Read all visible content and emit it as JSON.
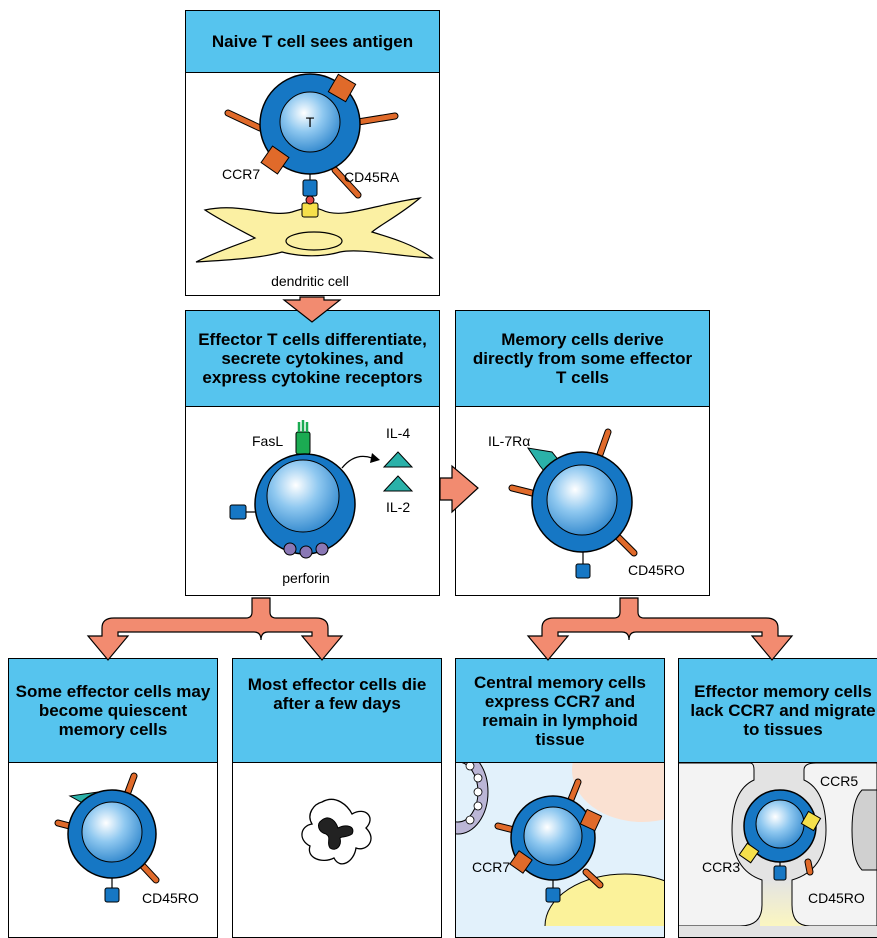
{
  "panels": {
    "naive": {
      "title": "Naive T cell sees antigen",
      "cell_letter": "T",
      "label_ccr7": "CCR7",
      "label_cd45ra": "CD45RA",
      "label_dendritic": "dendritic cell"
    },
    "effector": {
      "title_lines": [
        "Effector T cells differentiate,",
        "secrete cytokines, and",
        "express cytokine receptors"
      ],
      "label_fasl": "FasL",
      "label_il4": "IL-4",
      "label_il2": "IL-2",
      "label_perforin": "perforin"
    },
    "memory_derive": {
      "title_lines": [
        "Memory cells derive",
        "directly from some effector",
        "T cells"
      ],
      "label_il7ra": "IL-7Rα",
      "label_cd45ro": "CD45RO"
    },
    "quiescent": {
      "title_lines": [
        "Some effector cells may",
        "become quiescent",
        "memory cells"
      ],
      "label_cd45ro": "CD45RO"
    },
    "die": {
      "title_lines": [
        "Most effector cells die",
        "after a few days"
      ]
    },
    "central": {
      "title_lines": [
        "Central memory cells",
        "express CCR7 and",
        "remain in lymphoid",
        "tissue"
      ],
      "label_ccr7": "CCR7"
    },
    "effector_memory": {
      "title_lines": [
        "Effector memory cells",
        "lack CCR7 and migrate",
        "to tissues"
      ],
      "label_ccr5": "CCR5",
      "label_ccr3": "CCR3",
      "label_cd45ro": "CD45RO"
    }
  },
  "colors": {
    "header": "#56c4ee",
    "cell_outer": "#1677c4",
    "arrow": "#f28b70",
    "receptor_orange": "#e06a2a",
    "dendritic": "#fbf0a3",
    "lymphoid_bg": "#e2f1fb",
    "tissue_bg": "#e3e3e3"
  }
}
